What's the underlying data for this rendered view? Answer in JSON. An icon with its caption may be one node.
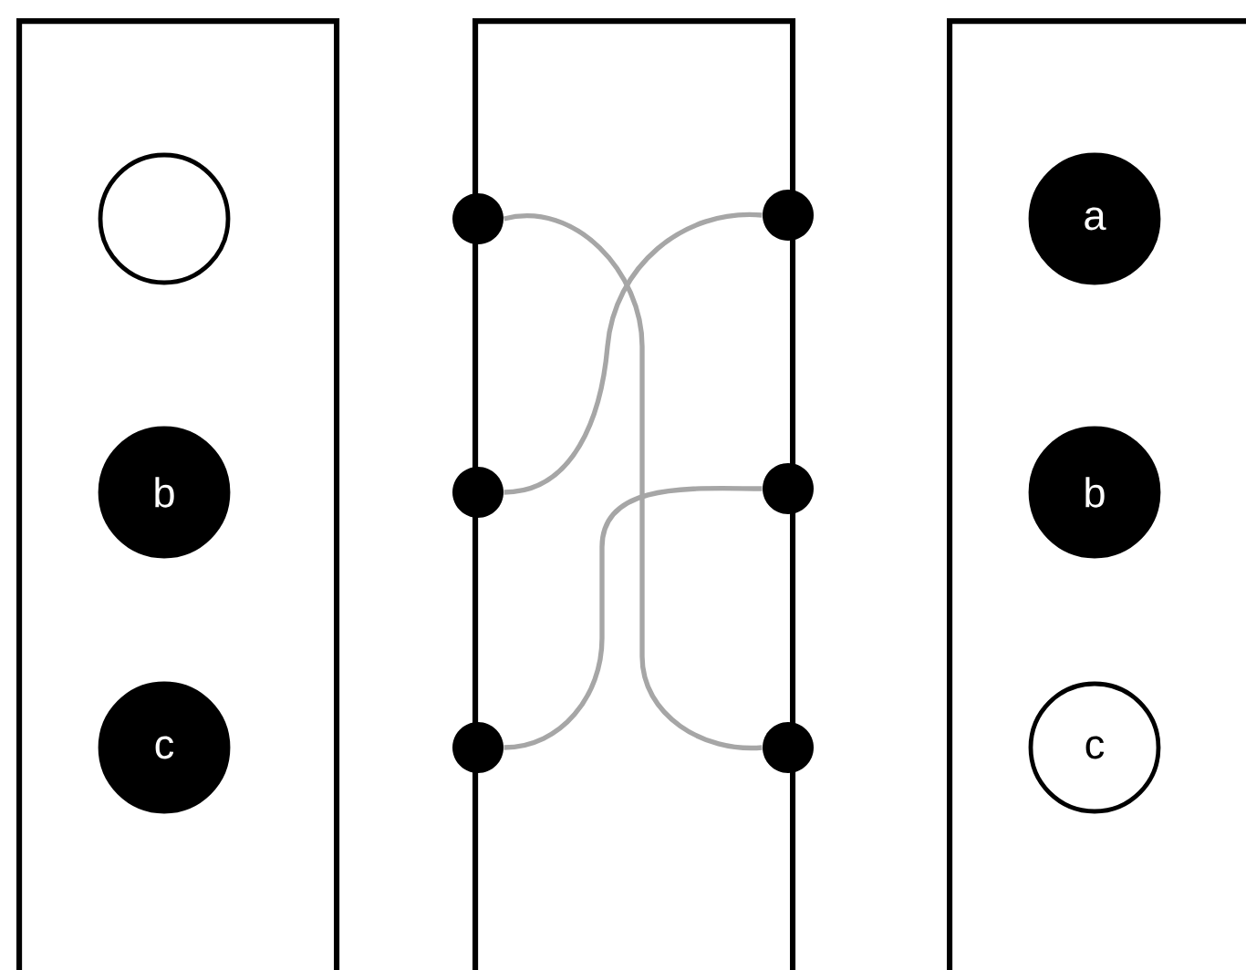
{
  "diagram": {
    "nodes": [
      {
        "text": [],
        "shape": "box"
      },
      {
        "text": [],
        "shape": "circle",
        "in": 0
      },
      {
        "text": [
          "b"
        ],
        "in": 0
      },
      {
        "text": [
          "c"
        ],
        "in": 0
      },
      {
        "text": [],
        "shape": "box"
      },
      {
        "text": [],
        "shape": "circle",
        "in": 4
      },
      {
        "text": [],
        "shape": "circle",
        "in": 4
      },
      {
        "text": [],
        "shape": "circle",
        "in": 4
      },
      {
        "text": [],
        "shape": "circle",
        "in": 4
      },
      {
        "text": [],
        "shape": "circle",
        "in": 4
      },
      {
        "text": [],
        "shape": "circle",
        "in": 4
      },
      {
        "text": [],
        "shape": "box"
      },
      {
        "text": [
          "a"
        ],
        "in": 11
      },
      {
        "text": [
          "b"
        ],
        "in": 11
      },
      {
        "text": [
          "c"
        ],
        "in": 11
      }
    ],
    "edges": [
      {
        "from": 5,
        "to": 10,
        "arrow": "none"
      },
      {
        "from": 6,
        "to": 8,
        "arrow": "none"
      },
      {
        "from": 7,
        "to": 9,
        "arrow": "none"
      }
    ]
  }
}
